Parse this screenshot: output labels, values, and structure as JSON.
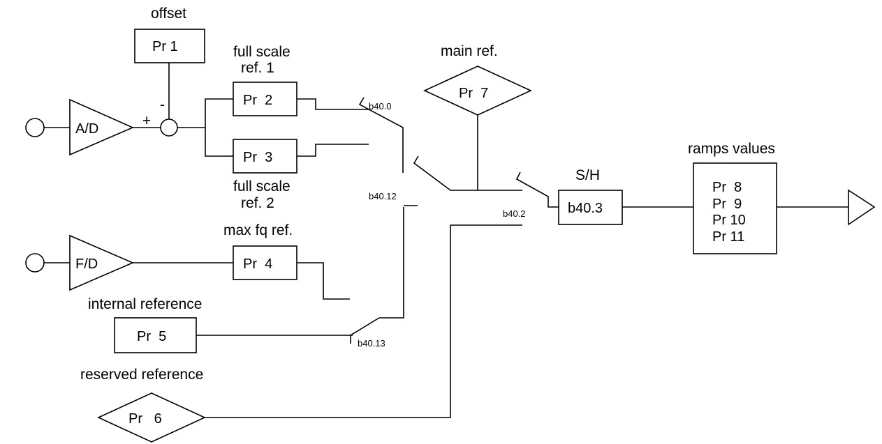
{
  "labels": {
    "offset": "offset",
    "full_scale_ref1_line1": "full scale",
    "full_scale_ref1_line2": "ref. 1",
    "full_scale_ref2_line1": "full scale",
    "full_scale_ref2_line2": "ref. 2",
    "main_ref": "main ref.",
    "max_fq_ref": "max fq ref.",
    "internal_reference": "internal reference",
    "reserved_reference": "reserved reference",
    "sample_hold": "S/H",
    "ramps_values": "ramps values"
  },
  "blocks": {
    "ad": "A/D",
    "fd": "F/D",
    "pr1": "Pr 1",
    "pr2": "Pr  2",
    "pr3": "Pr  3",
    "pr4": "Pr  4",
    "pr5": "Pr  5",
    "pr6": "Pr   6",
    "pr7": "Pr  7",
    "b40_3": "b40.3"
  },
  "ramps": [
    "Pr  8",
    "Pr  9",
    "Pr 10",
    "Pr 11"
  ],
  "signs": {
    "plus": "+",
    "minus": "-"
  },
  "switches": {
    "b40_0": "b40.0",
    "b40_12": "b40.12",
    "b40_2": "b40.2",
    "b40_13": "b40.13"
  }
}
